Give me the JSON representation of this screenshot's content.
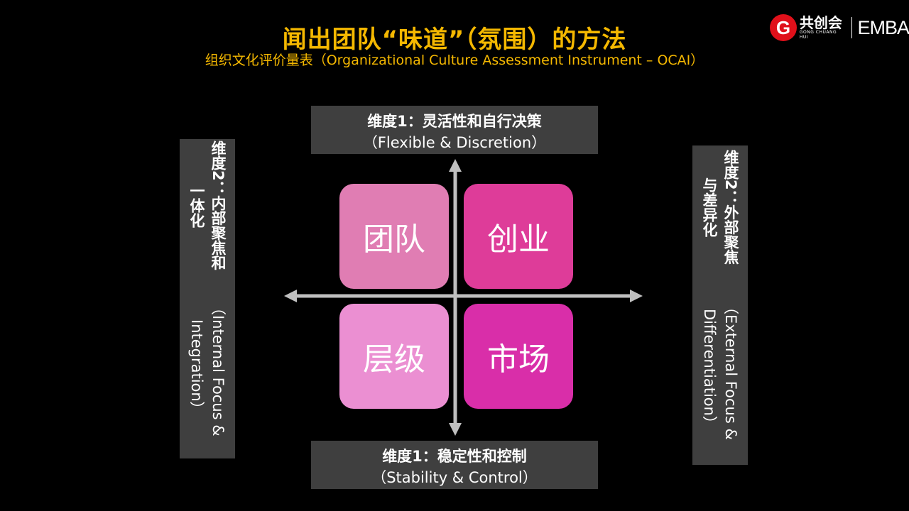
{
  "title": "闻出团队“味道”（氛围）的方法",
  "subtitle": "组织文化评价量表（Organizational  Culture Assessment Instrument – OCAI）",
  "logo": {
    "mark": "G",
    "cn": "共创会",
    "pinyin": "GONG CHUANG HUI",
    "en": "EMBA"
  },
  "top": {
    "l1": "维度1：灵活性和自行决策",
    "l2": "（Flexible & Discretion）"
  },
  "bottom": {
    "l1": "维度1：稳定性和控制",
    "l2": "（Stability & Control）"
  },
  "left": {
    "l1": "维度2：内部聚焦和一体化",
    "l2": "（Internal  Focus & Integration）"
  },
  "right": {
    "l1": "维度2：外部聚焦与差异化",
    "l2": "（External Focus & Differentiation）"
  },
  "quadrants": [
    {
      "label": "团队",
      "color": "#e07db3"
    },
    {
      "label": "创业",
      "color": "#de3c99"
    },
    {
      "label": "层级",
      "color": "#eb8fd2"
    },
    {
      "label": "市场",
      "color": "#d92ea9"
    }
  ],
  "colors": {
    "title": "#f5b800",
    "box": "#3f3f3f",
    "arrow": "#bfbfbf"
  }
}
